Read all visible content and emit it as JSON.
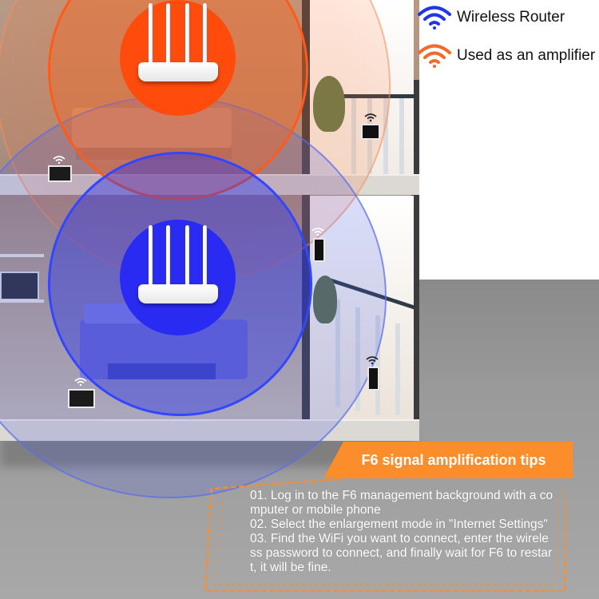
{
  "legend": {
    "items": [
      {
        "label": "Wireless Router",
        "color": "#1f37e6",
        "icon": "wifi-icon"
      },
      {
        "label": "Used as an amplifier",
        "color": "#f36a2a",
        "icon": "wifi-icon"
      }
    ]
  },
  "tips": {
    "title": "F6 signal amplification tips",
    "lines": [
      "01. Log in to the F6 management background with a computer or mobile phone",
      "02. Select the enlargement mode in \"Internet Settings\"",
      "03. Find the WiFi you want to connect, enter the wireless password to connect, and finally wait for F6 to restart, it will be fine."
    ],
    "accent_color": "#fb8d2a"
  },
  "scene": {
    "router_color": "#ffffff",
    "upper_zone_color": "#ff4b0c",
    "lower_zone_color": "#2a2bf2"
  }
}
